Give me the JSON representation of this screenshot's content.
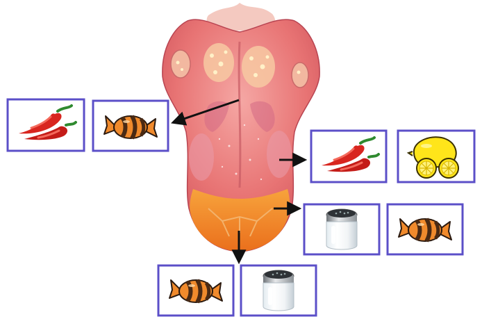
{
  "diagram": {
    "subject": "tongue-taste-map",
    "colors": {
      "box_border": "#5b4fc8",
      "arrow": "#111111",
      "tongue_pink": "#e9777a",
      "tongue_tip": "#f08a2c",
      "pepper_red": "#d8261f",
      "candy_orange": "#e3791b",
      "lemon_yellow": "#ffe51a"
    },
    "groups": [
      {
        "id": "left-mid",
        "icons": [
          "chili-pepper-icon",
          "candy-icon"
        ]
      },
      {
        "id": "right-upper",
        "icons": [
          "chili-pepper-icon",
          "lemon-icon"
        ]
      },
      {
        "id": "right-lower",
        "icons": [
          "salt-shaker-icon",
          "candy-icon"
        ]
      },
      {
        "id": "bottom",
        "icons": [
          "candy-icon",
          "salt-shaker-icon"
        ]
      }
    ]
  }
}
